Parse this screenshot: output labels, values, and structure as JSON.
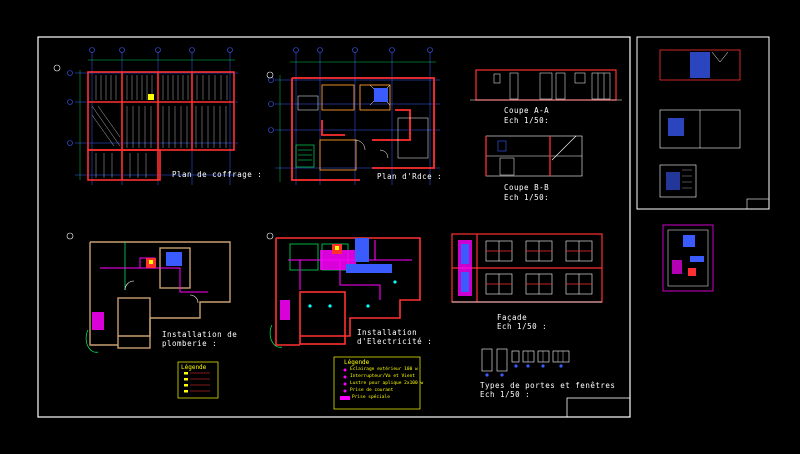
{
  "colors": {
    "background": "#000000",
    "frame": "#ffffff",
    "wall": "#ff3030",
    "grid_axis": "#3a5cff",
    "pipe_magenta": "#ff00ff",
    "green": "#00ff66",
    "yellow": "#ffff00",
    "cyan": "#00ffff",
    "orange": "#ff9a2a",
    "tan": "#c8a070"
  },
  "sheet": {
    "plan_coffrage": {
      "title": "Plan de coffrage :"
    },
    "plan_rdc": {
      "title": "Plan d'Rdce :"
    },
    "coupe_aa": {
      "title": "Coupe A-A",
      "scale": "Ech 1/50:"
    },
    "coupe_bb": {
      "title": "Coupe B-B",
      "scale": "Ech 1/50:"
    },
    "plomberie": {
      "title": "Installation de",
      "title2": "plomberie :"
    },
    "electricite": {
      "title": "Installation",
      "title2": "d'Electricité :"
    },
    "facade": {
      "title": "Façade",
      "scale": "Ech 1/50 :"
    },
    "portes": {
      "title": "Types de portes et fenêtres",
      "scale": "Ech 1/50 :"
    },
    "legend_plomberie": {
      "title": "Légende"
    },
    "legend_elec": {
      "title": "Légende",
      "items": [
        "Eclairage extérieur 100 w",
        "Interrupteur/Va et Vient",
        "Lustre pour aplique 2x100 w",
        "Prise de courant",
        "Prise spéciale"
      ]
    }
  }
}
